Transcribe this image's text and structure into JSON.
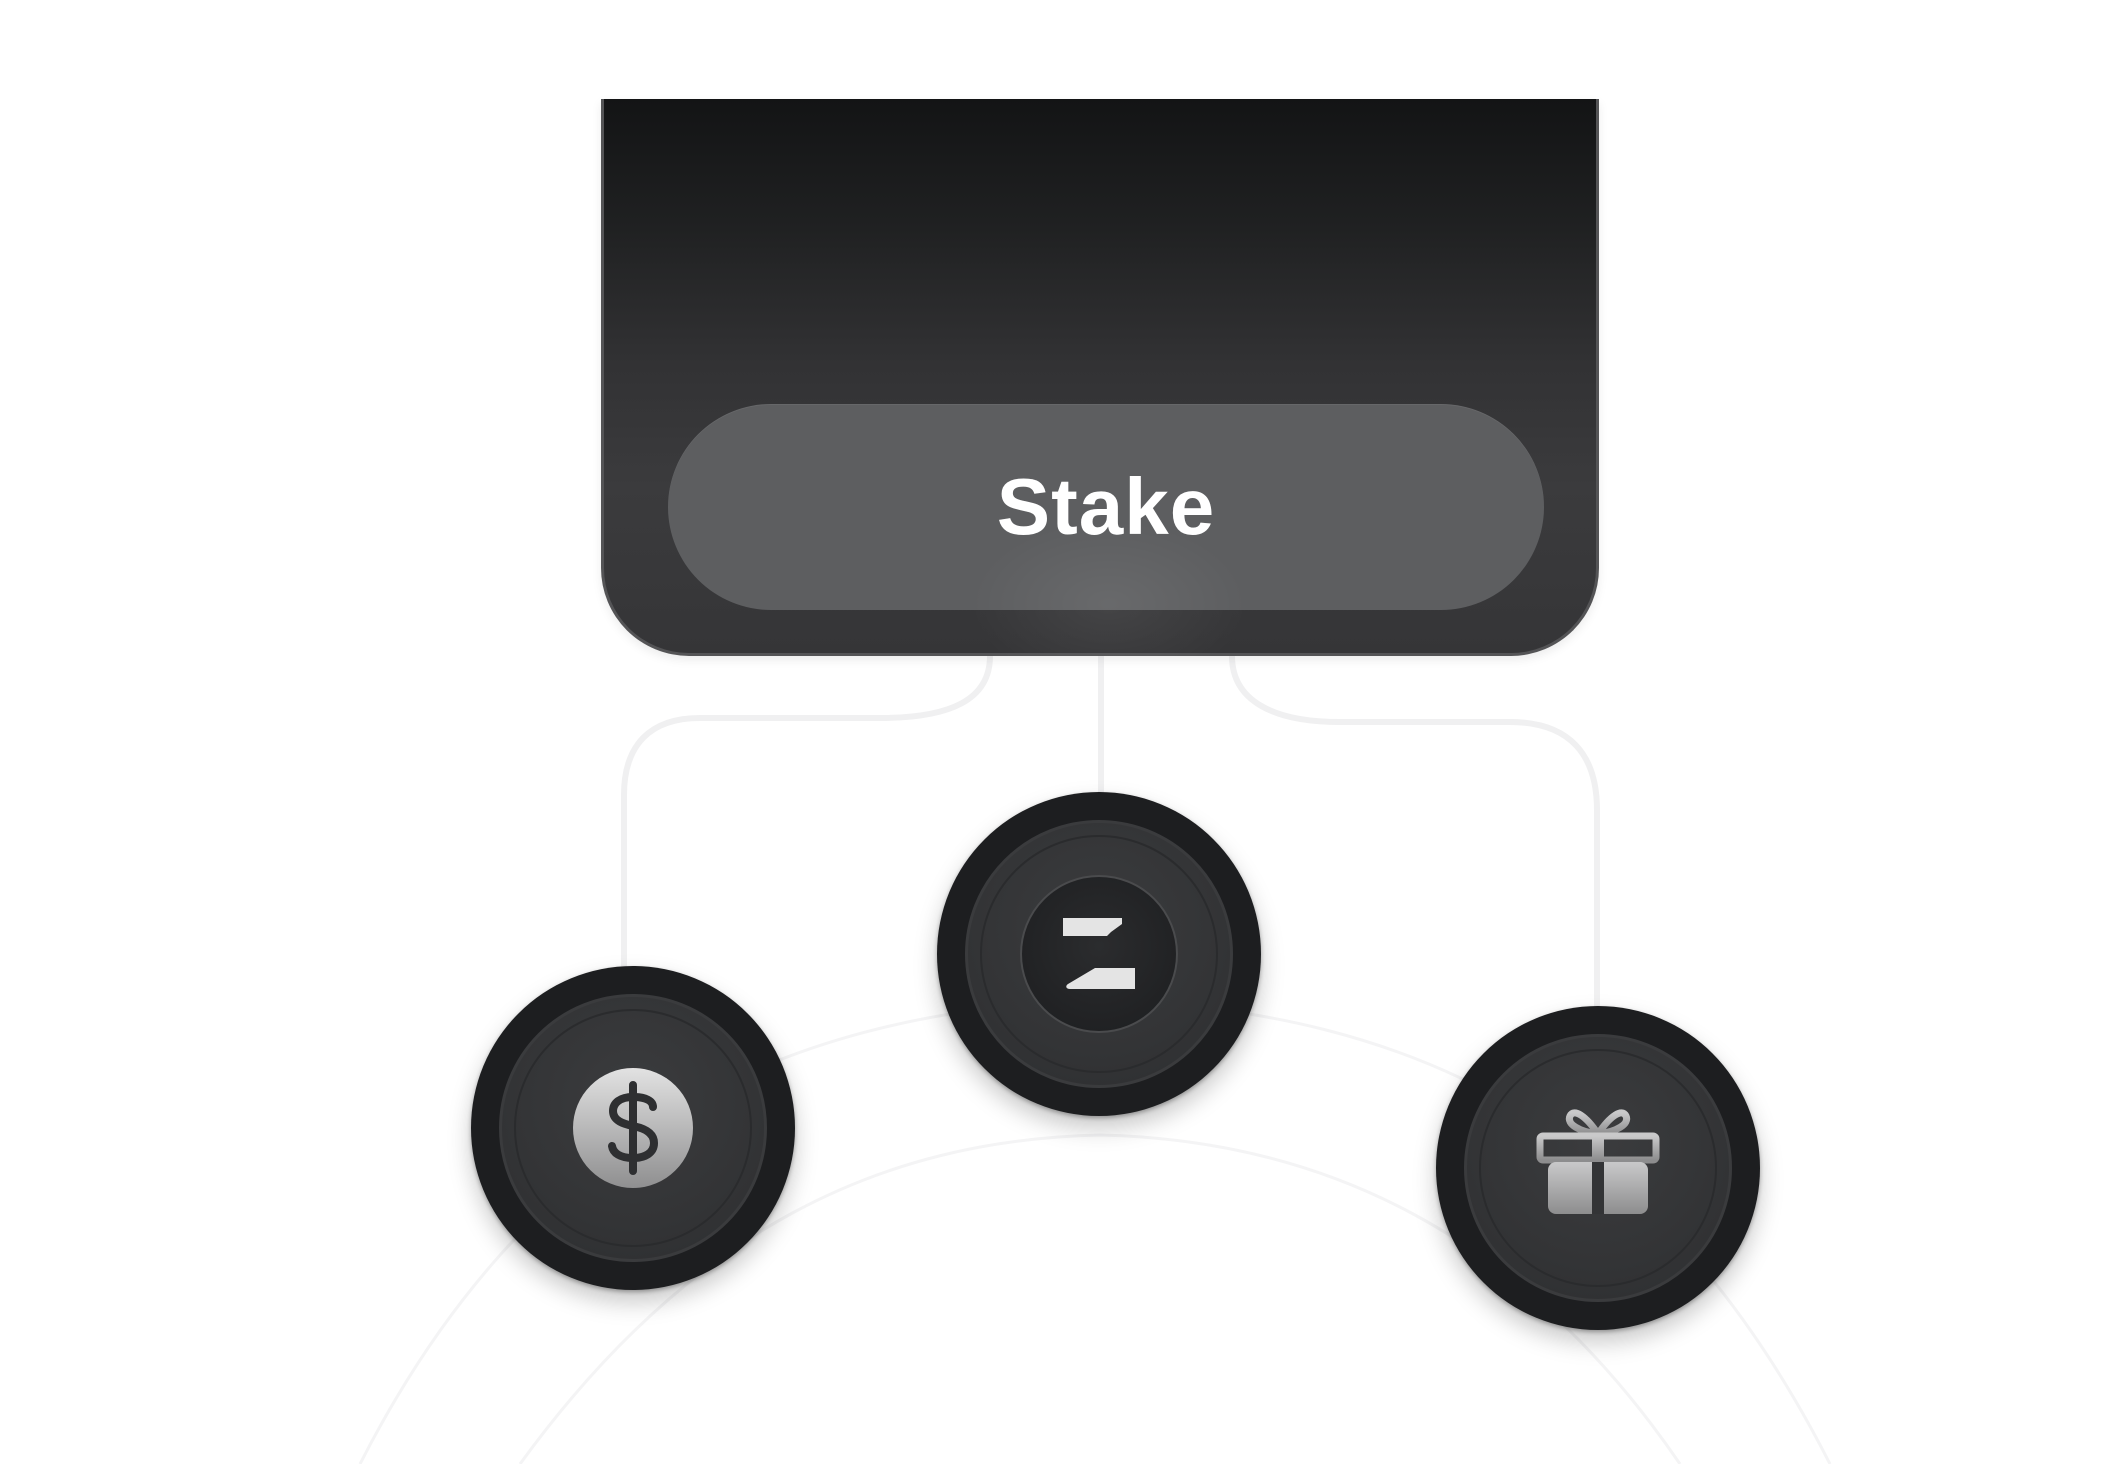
{
  "stake_card": {
    "button_label": "Stake"
  },
  "coins": [
    {
      "name": "dollar",
      "icon": "dollar-icon"
    },
    {
      "name": "stake-token",
      "icon": "stake-logo-icon"
    },
    {
      "name": "gift",
      "icon": "gift-icon"
    }
  ],
  "colors": {
    "card_top": "#131415",
    "card_bottom": "#353537",
    "button": "#5d5e60",
    "coin": "#1d1e20",
    "connector": "#f0f0f0"
  }
}
